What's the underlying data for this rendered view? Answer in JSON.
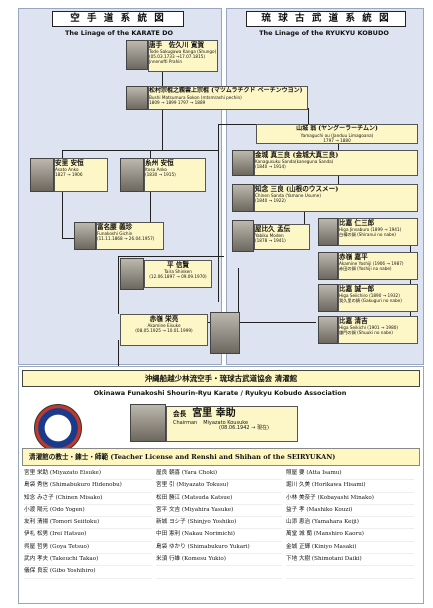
{
  "left_panel": {
    "title": "空 手 道 系 統 図",
    "subtitle": "The Linage of the KARATE DO"
  },
  "right_panel": {
    "title": "琉 球 古 武 道 系 統 図",
    "subtitle": "The Linage of the RYUKYU KOBUDO"
  },
  "people": {
    "tode": {
      "name": "唐手　佐久川 寛賀",
      "en": "Tode Sakugawa Kanga (Shungo)",
      "dates": "(05.03.1733 →17.07.1815)",
      "note": "Jnnenofti Prahin"
    },
    "matsumura": {
      "name": "松村宗棍之親雲上宗棍 (マツムラチクド ペーチンウヨン)",
      "en": "Bushi Matsumura Sokon (mtsmrashi pechin)",
      "dates": "1809 → 1899  1797 → 1889"
    },
    "yamaguchi": {
      "name": "山城 翁 (ヤングーラーチムン)",
      "en": "Yamaguchi ou (Janduu Limagoana)",
      "dates": "1797 → 1880"
    },
    "kanagusuku": {
      "name": "金城 真三良 (金城大真三良)",
      "en": "Kanagusuku Sanda(kaneguna Sanda)",
      "dates": "(1840 → 1914)"
    },
    "chinen": {
      "name": "知念 三良 (山根のウスメー)",
      "en": "Chinen Sanda (Yamane Usume)",
      "dates": "(1840 → 1922)"
    },
    "yasutsune": {
      "name": "安里 安恒",
      "en": "Asato Anko",
      "dates": "1827 → 1906"
    },
    "itosu": {
      "name": "糸州 安恒",
      "en": "Itosu Anko",
      "dates": "(1830 → 1915)"
    },
    "funakoshi": {
      "name": "富名腰 義珍",
      "en": "Funakoshi Gichin",
      "dates": "(11.11.1868 → 26.04.1957)"
    },
    "taira": {
      "name": "平 信賢",
      "en": "Taira Shinken",
      "dates": "(12.06.1897 → 09.09.1970)"
    },
    "yabiku": {
      "name": "屋比久 孟伝",
      "en": "Yabiku Moden",
      "dates": "(1878 → 1941)"
    },
    "higa_jinsaburo": {
      "name": "比嘉 仁三郎",
      "en": "Higa Jinsaburo (1899 → 1941)",
      "dates": "白樽の鍋 (Shiranui no nabe)"
    },
    "akamine_eisuke": {
      "name": "赤嶺 栄亮",
      "en": "Akamine Eisuke",
      "dates": "(08.05.1925 → 10.01.1999)"
    },
    "akamine_yoshiji": {
      "name": "赤嶺 嘉平",
      "en": "Akamine Yoshiji (1906 → 1987)",
      "dates": "赤田の鍋 (Yoshiji no nabe)"
    },
    "higa_seiichiro": {
      "name": "比嘉 誠一郎",
      "en": "Higa Seiichiro (1890 → 1932)",
      "dates": "我久里の鍋 (Gakuguri no nabe)"
    },
    "higa_seikichi": {
      "name": "比嘉 清吉",
      "en": "Higa Seikichi (1901 → 1980)",
      "dates": "鎌門の鍋 (Shuuki no nabe)"
    }
  },
  "association": {
    "name_ja": "沖縄船越少林流空手・琉球古武道協会 清濯館",
    "name_en": "Okinawa Funakoshi Shourin-Ryu Karate / Ryukyu Kobudo Association",
    "chairman_label_ja": "会長",
    "chairman_label_en": "Chairman",
    "chairman_name": "宮里 幸助",
    "chairman_romaji": "Miyazato Kousuke",
    "chairman_dates": "(08.06.1942 → 現在)"
  },
  "teachers": {
    "header": "清濯館の教士・錬士・師範 (Teacher License and Renshi and Shihan of the SEIRYUKAN)",
    "col1": [
      "宮里 栄助 (Miyazato Eisuke)",
      "島袋 秀信 (Shimabukuro Hidenobu)",
      "知念 みさ子 (Chinen Misako)",
      "小渡 陽元 (Odo Yogen)",
      "友利 清揚 (Tomori Seiitoku)",
      "伊礼 松男 (Irei Hatsuo)",
      "呉屋 哲男 (Goya Tetsuo)",
      "武内 孝夫 (Takeuchi Takao)",
      "儀保 良宏 (Gibo Yoshihiro)"
    ],
    "col2": [
      "屋良 朝喜 (Yara Choki)",
      "宮里 引 (Miyazato Tokusu)",
      "松田 勝江 (Matsuda Katsue)",
      "宮平 文吉 (Miyahira Yasuke)",
      "新城 ヨシ子 (Shinjyo Yoshiko)",
      "中田 憲利 (Nakau Norimichi)",
      "島袋 ゆかり (Shimabukuro Yukari)",
      "米須 行雄 (Komesu Yukio)",
      ""
    ],
    "col3": [
      "照屋 要 (Atta Isamu)",
      "堀川 久美 (Horikawa Hisami)",
      "小林 美奈子 (Kobayashi Minako)",
      "益子 孝 (Mashiko Kouzi)",
      "山添 恵治 (Yamahara Keiji)",
      "萬堂 城 蘭 (Manshiro Kaoru)",
      "金城 正輝 (Kiniyo Masaki)",
      "下地 大樹 (Shimotani Daiki)",
      ""
    ]
  }
}
